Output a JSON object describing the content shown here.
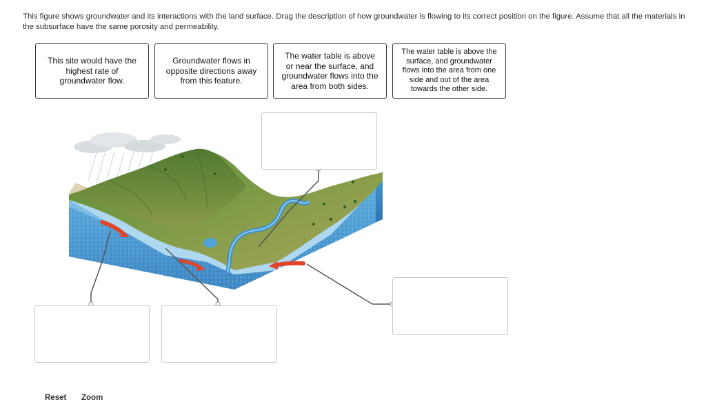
{
  "instructions": "This figure shows groundwater and its interactions with the land surface. Drag the description of how groundwater is flowing to its correct position on the figure. Assume that all the materials in the subsurface have the same porosity and permeability.",
  "labels": [
    "This site would have the highest rate of groundwater flow.",
    "Groundwater flows in opposite directions away from this feature.",
    "The water table is above or near the surface, and groundwater flows into the area from both sides.",
    "The water table is above the surface, and groundwater flows into the area from one side and out of the area towards the other side."
  ],
  "controls": {
    "reset": "Reset",
    "zoom": "Zoom"
  },
  "colors": {
    "card_border": "#333333",
    "zone_border": "#c8c8c8",
    "leader_line": "#555555",
    "arrow": "#e0452c",
    "groundwater": "#4a9fd8"
  }
}
